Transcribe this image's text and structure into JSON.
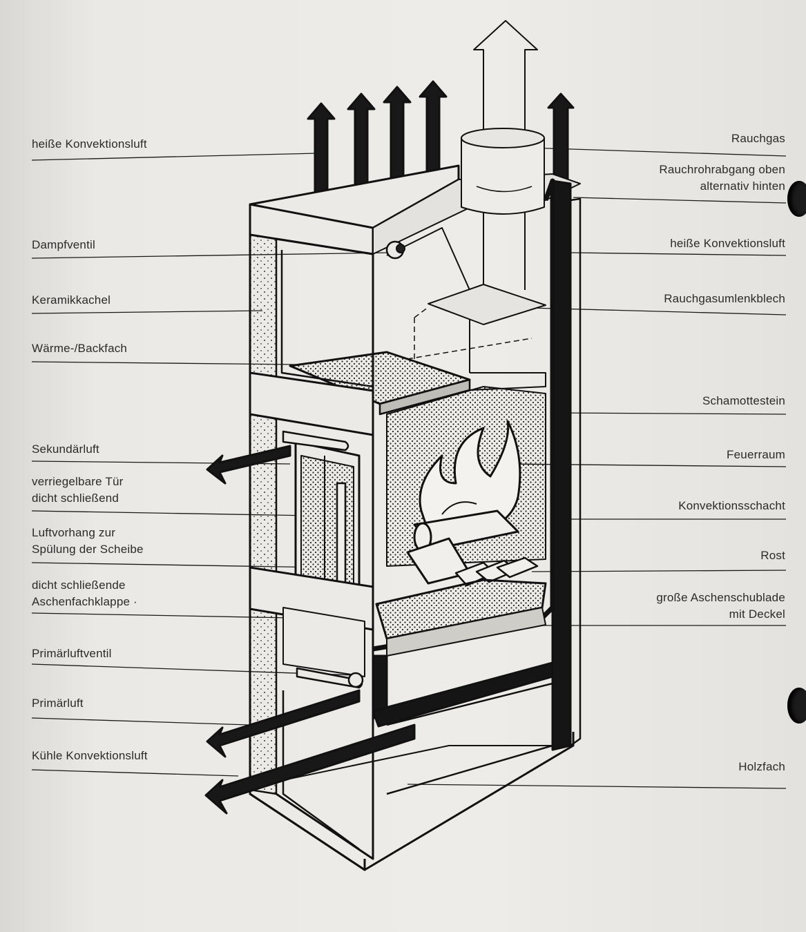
{
  "labels_left": [
    "heiße Konvektionsluft",
    "Dampfventil",
    "Keramikkachel",
    "Wärme-/Backfach",
    "Sekundärluft",
    "verriegelbare Tür dicht schließend",
    "Luftvorhang zur Spülung der Scheibe",
    "dicht schließende Aschenfachklappe ·",
    "Primärluftventil",
    "Primärluft",
    "Kühle Konvektionsluft"
  ],
  "labels_right": [
    "Rauchgas",
    "Rauchrohrabgang oben alternativ hinten",
    "heiße Konvektionsluft",
    "Rauchgasumlenkblech",
    "Schamottestein",
    "Feuerraum",
    "Konvektionsschacht",
    "Rost",
    "große Aschenschublade mit Deckel",
    "Holzfach"
  ],
  "text": {
    "l1": "heiße Konvektionsluft",
    "l2": "Dampfventil",
    "l3": "Keramikkachel",
    "l4": "Wärme-/Backfach",
    "l5": "Sekundärluft",
    "l6a": "verriegelbare Tür",
    "l6b": "dicht schließend",
    "l7a": "Luftvorhang zur",
    "l7b": "Spülung der Scheibe",
    "l8a": "dicht schließende",
    "l8b": "Aschenfachklappe ·",
    "l9": "Primärluftventil",
    "l10": "Primärluft",
    "l11": "Kühle Konvektionsluft",
    "r1": "Rauchgas",
    "r2a": "Rauchrohrabgang oben",
    "r2b": "alternativ hinten",
    "r3": "heiße Konvektionsluft",
    "r4": "Rauchgasumlenkblech",
    "r5": "Schamottestein",
    "r6": "Feuerraum",
    "r7": "Konvektionsschacht",
    "r8": "Rost",
    "r9a": "große Aschenschublade",
    "r9b": "mit Deckel",
    "r10": "Holzfach"
  },
  "colors": {
    "paper": "#eceae6",
    "ink": "#111111",
    "text": "#2a2a2a"
  }
}
